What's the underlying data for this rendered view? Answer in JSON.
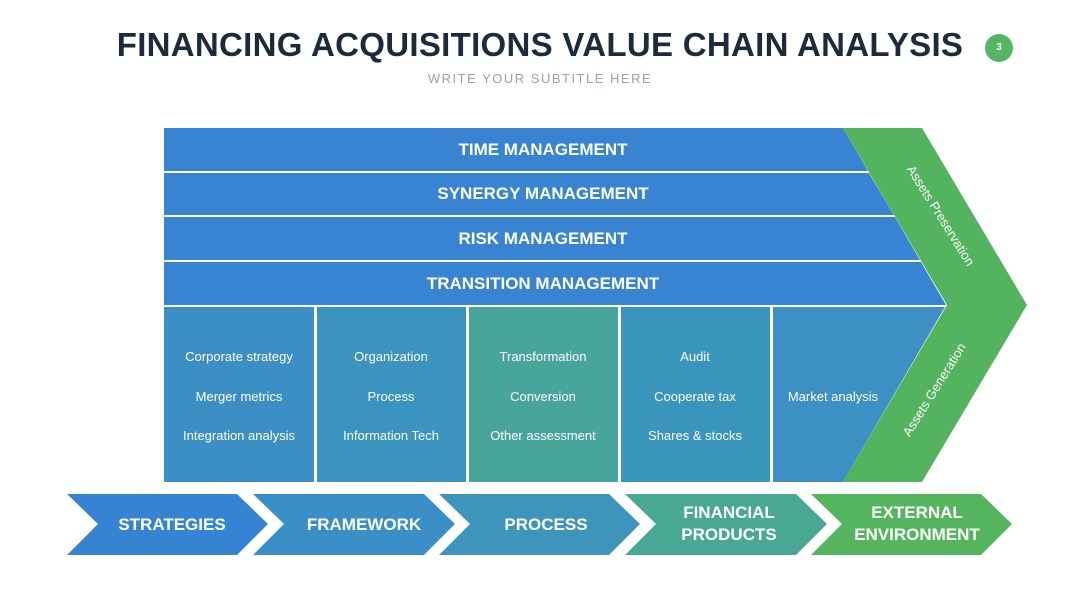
{
  "header": {
    "title": "FINANCING ACQUISITIONS VALUE CHAIN ANALYSIS",
    "subtitle": "WRITE YOUR SUBTITLE HERE",
    "page_number": "3"
  },
  "support_activities": [
    {
      "label": "TIME MANAGEMENT"
    },
    {
      "label": "SYNERGY MANAGEMENT"
    },
    {
      "label": "RISK MANAGEMENT"
    },
    {
      "label": "TRANSITION MANAGEMENT"
    }
  ],
  "primary_activities": [
    {
      "items": [
        "Corporate strategy",
        "Merger metrics",
        "Integration analysis"
      ]
    },
    {
      "items": [
        "Organization",
        "Process",
        "Information Tech"
      ]
    },
    {
      "items": [
        "Transformation",
        "Conversion",
        "Other assessment"
      ]
    },
    {
      "items": [
        "Audit",
        "Cooperate tax",
        "Shares & stocks"
      ]
    },
    {
      "items": [
        "Market analysis"
      ]
    }
  ],
  "margin_arrow": {
    "top_label": "Assets Preservation",
    "bottom_label": "Assets Generation"
  },
  "bottom_chevrons": [
    {
      "lines": [
        "STRATEGIES"
      ]
    },
    {
      "lines": [
        "FRAMEWORK"
      ]
    },
    {
      "lines": [
        "PROCESS"
      ]
    },
    {
      "lines": [
        "FINANCIAL",
        "PRODUCTS"
      ]
    },
    {
      "lines": [
        "EXTERNAL",
        "ENVIRONMENT"
      ]
    }
  ],
  "colors": {
    "band_blue": "#3884d2",
    "cell_colors": [
      "#3c8fc4",
      "#3b93bf",
      "#48a59b",
      "#3a95bd",
      "#3c90c3"
    ],
    "arrow_green": "#54b35f",
    "chevron_colors": [
      "#3683d4",
      "#3a8fc7",
      "#3d95bb",
      "#49a893",
      "#55b45e"
    ],
    "title_dark": "#1c2a3e"
  }
}
